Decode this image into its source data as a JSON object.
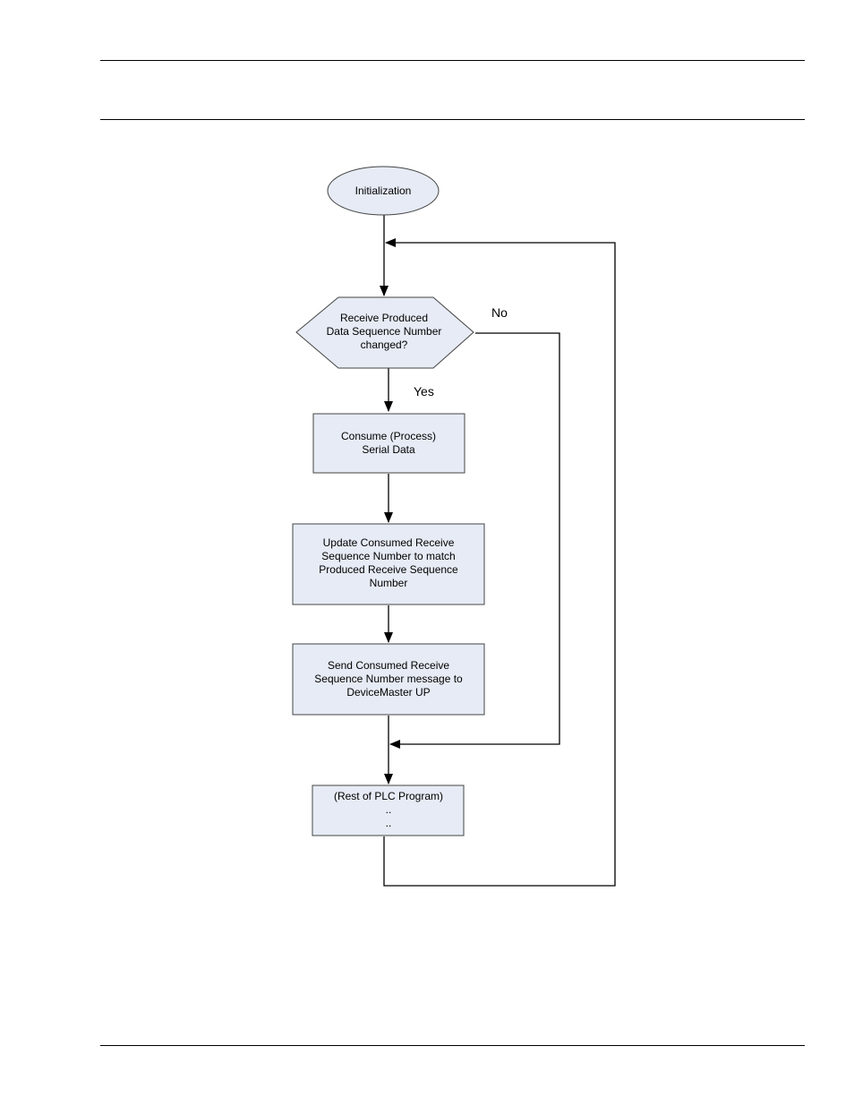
{
  "diagram": {
    "colors": {
      "node_fill": "#e6ebf5",
      "node_stroke": "#444444",
      "line": "#000000"
    },
    "nodes": {
      "init": {
        "shape": "ellipse",
        "lines": [
          "Initialization"
        ]
      },
      "decision": {
        "shape": "hexagon",
        "lines": [
          "Receive Produced",
          "Data Sequence Number",
          "changed?"
        ]
      },
      "consume": {
        "shape": "rectangle",
        "lines": [
          "Consume (Process)",
          "Serial Data"
        ]
      },
      "update": {
        "shape": "rectangle",
        "lines": [
          "Update Consumed Receive",
          "Sequence Number to match",
          "Produced Receive Sequence",
          "Number"
        ]
      },
      "send": {
        "shape": "rectangle",
        "lines": [
          "Send Consumed Receive",
          "Sequence Number message to",
          "DeviceMaster UP"
        ]
      },
      "rest": {
        "shape": "rectangle",
        "lines": [
          "(Rest of PLC Program)",
          "..",
          ".."
        ]
      }
    },
    "edge_labels": {
      "no": "No",
      "yes": "Yes"
    },
    "edges": [
      {
        "from": "init",
        "to": "decision"
      },
      {
        "from": "decision",
        "to": "consume",
        "label": "Yes"
      },
      {
        "from": "decision",
        "to": "rest",
        "label": "No"
      },
      {
        "from": "consume",
        "to": "update"
      },
      {
        "from": "update",
        "to": "send"
      },
      {
        "from": "send",
        "to": "rest"
      },
      {
        "from": "rest",
        "to": "decision"
      }
    ]
  }
}
